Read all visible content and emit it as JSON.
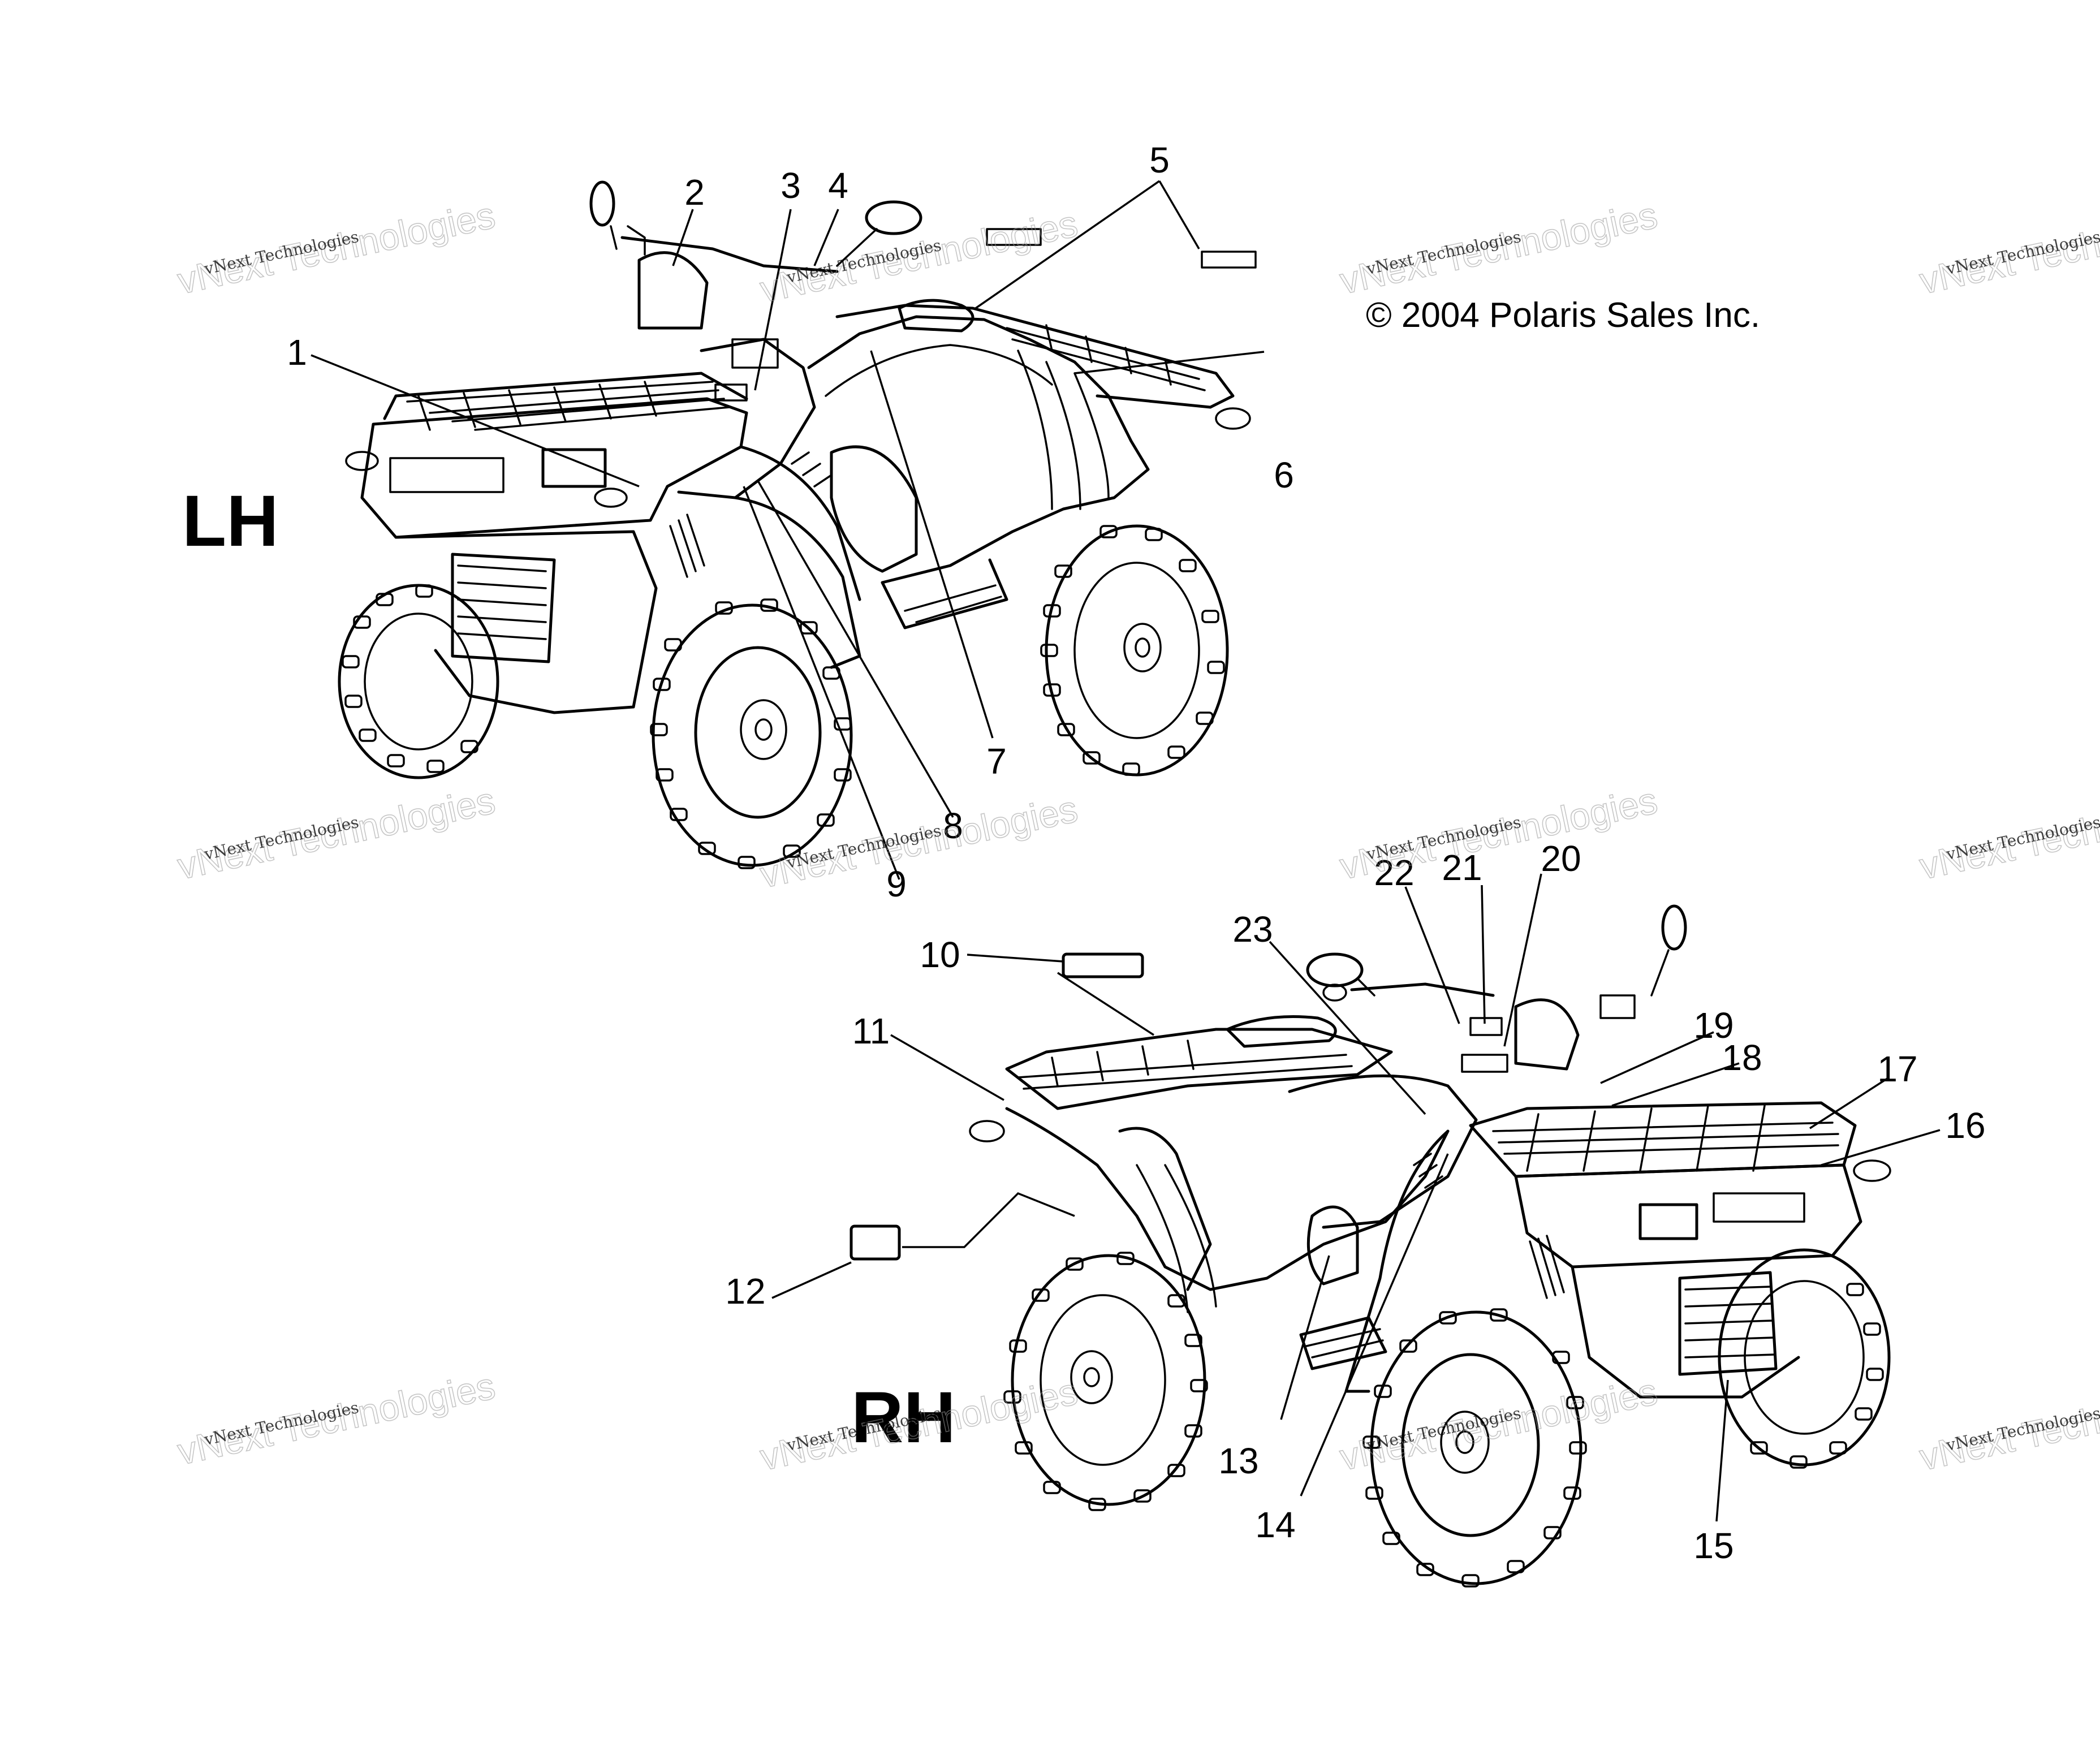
{
  "labels": {
    "left_side": "LH",
    "right_side": "RH",
    "copyright": "© 2004 Polaris Sales Inc."
  },
  "watermark": {
    "small": "vNext Technologies",
    "big": "vNext Technologies"
  },
  "callouts": [
    "1",
    "2",
    "3",
    "4",
    "5",
    "6",
    "7",
    "8",
    "9",
    "10",
    "11",
    "12",
    "13",
    "14",
    "15",
    "16",
    "17",
    "18",
    "19",
    "20",
    "21",
    "22",
    "23"
  ]
}
